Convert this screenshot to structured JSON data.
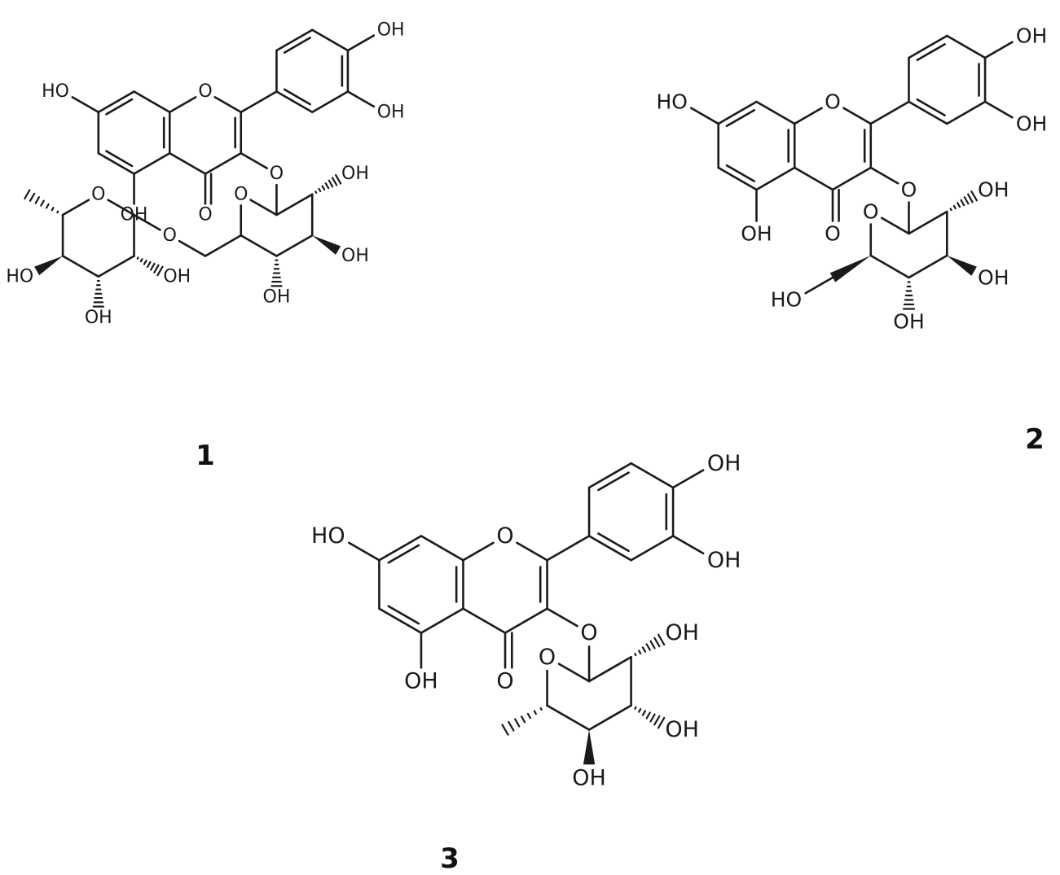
{
  "figure": {
    "compounds": [
      {
        "caption": "1",
        "labels": {
          "ho7": "HO",
          "oh4p": "OH",
          "oh3p": "OH",
          "ring_o": "O",
          "carbonyl_o": "O",
          "oh5": "OH",
          "o3": "O",
          "glc_ring_o": "O",
          "glc_oh2": "OH",
          "glc_oh3": "OH",
          "glc_oh4": "OH",
          "link_o": "O",
          "rha_ring_o": "O",
          "rha_oh2": "OH",
          "rha_oh3": "OH",
          "rha_oh4": "HO"
        }
      },
      {
        "caption": "2",
        "labels": {
          "ho7": "HO",
          "oh4p": "OH",
          "oh3p": "OH",
          "ring_o": "O",
          "carbonyl_o": "O",
          "oh5": "OH",
          "o3": "O",
          "glc_ring_o": "O",
          "glc_oh2": "OH",
          "glc_oh3": "OH",
          "glc_oh4": "OH",
          "glc_oh6": "HO"
        }
      },
      {
        "caption": "3",
        "labels": {
          "ho7": "HO",
          "oh4p": "OH",
          "oh3p": "OH",
          "ring_o": "O",
          "carbonyl_o": "O",
          "oh5": "OH",
          "o3": "O",
          "rha_ring_o": "O",
          "rha_oh2": "OH",
          "rha_oh3": "OH",
          "rha_oh4": "OH"
        }
      }
    ]
  }
}
